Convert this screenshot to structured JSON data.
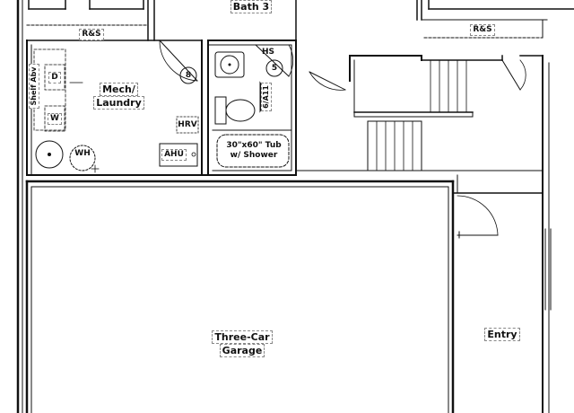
{
  "rooms": {
    "bath3": "Bath 3",
    "mech_line1": "Mech/",
    "mech_line2": "Laundry",
    "garage_line1": "Three-Car",
    "garage_line2": "Garage",
    "entry": "Entry"
  },
  "fixtures": {
    "rs_left": "R&S",
    "rs_right": "R&S",
    "shelf": "Shelf Abv",
    "dryer": "D",
    "washer": "W",
    "water_heater": "WH",
    "ahu": "AHU",
    "hrv": "HRV",
    "hs": "HS",
    "tub_line1": "30\"x60\" Tub",
    "tub_line2": "w/ Shower",
    "detail_ref": "6/A11",
    "tag_8": "8",
    "tag_5": "5"
  }
}
